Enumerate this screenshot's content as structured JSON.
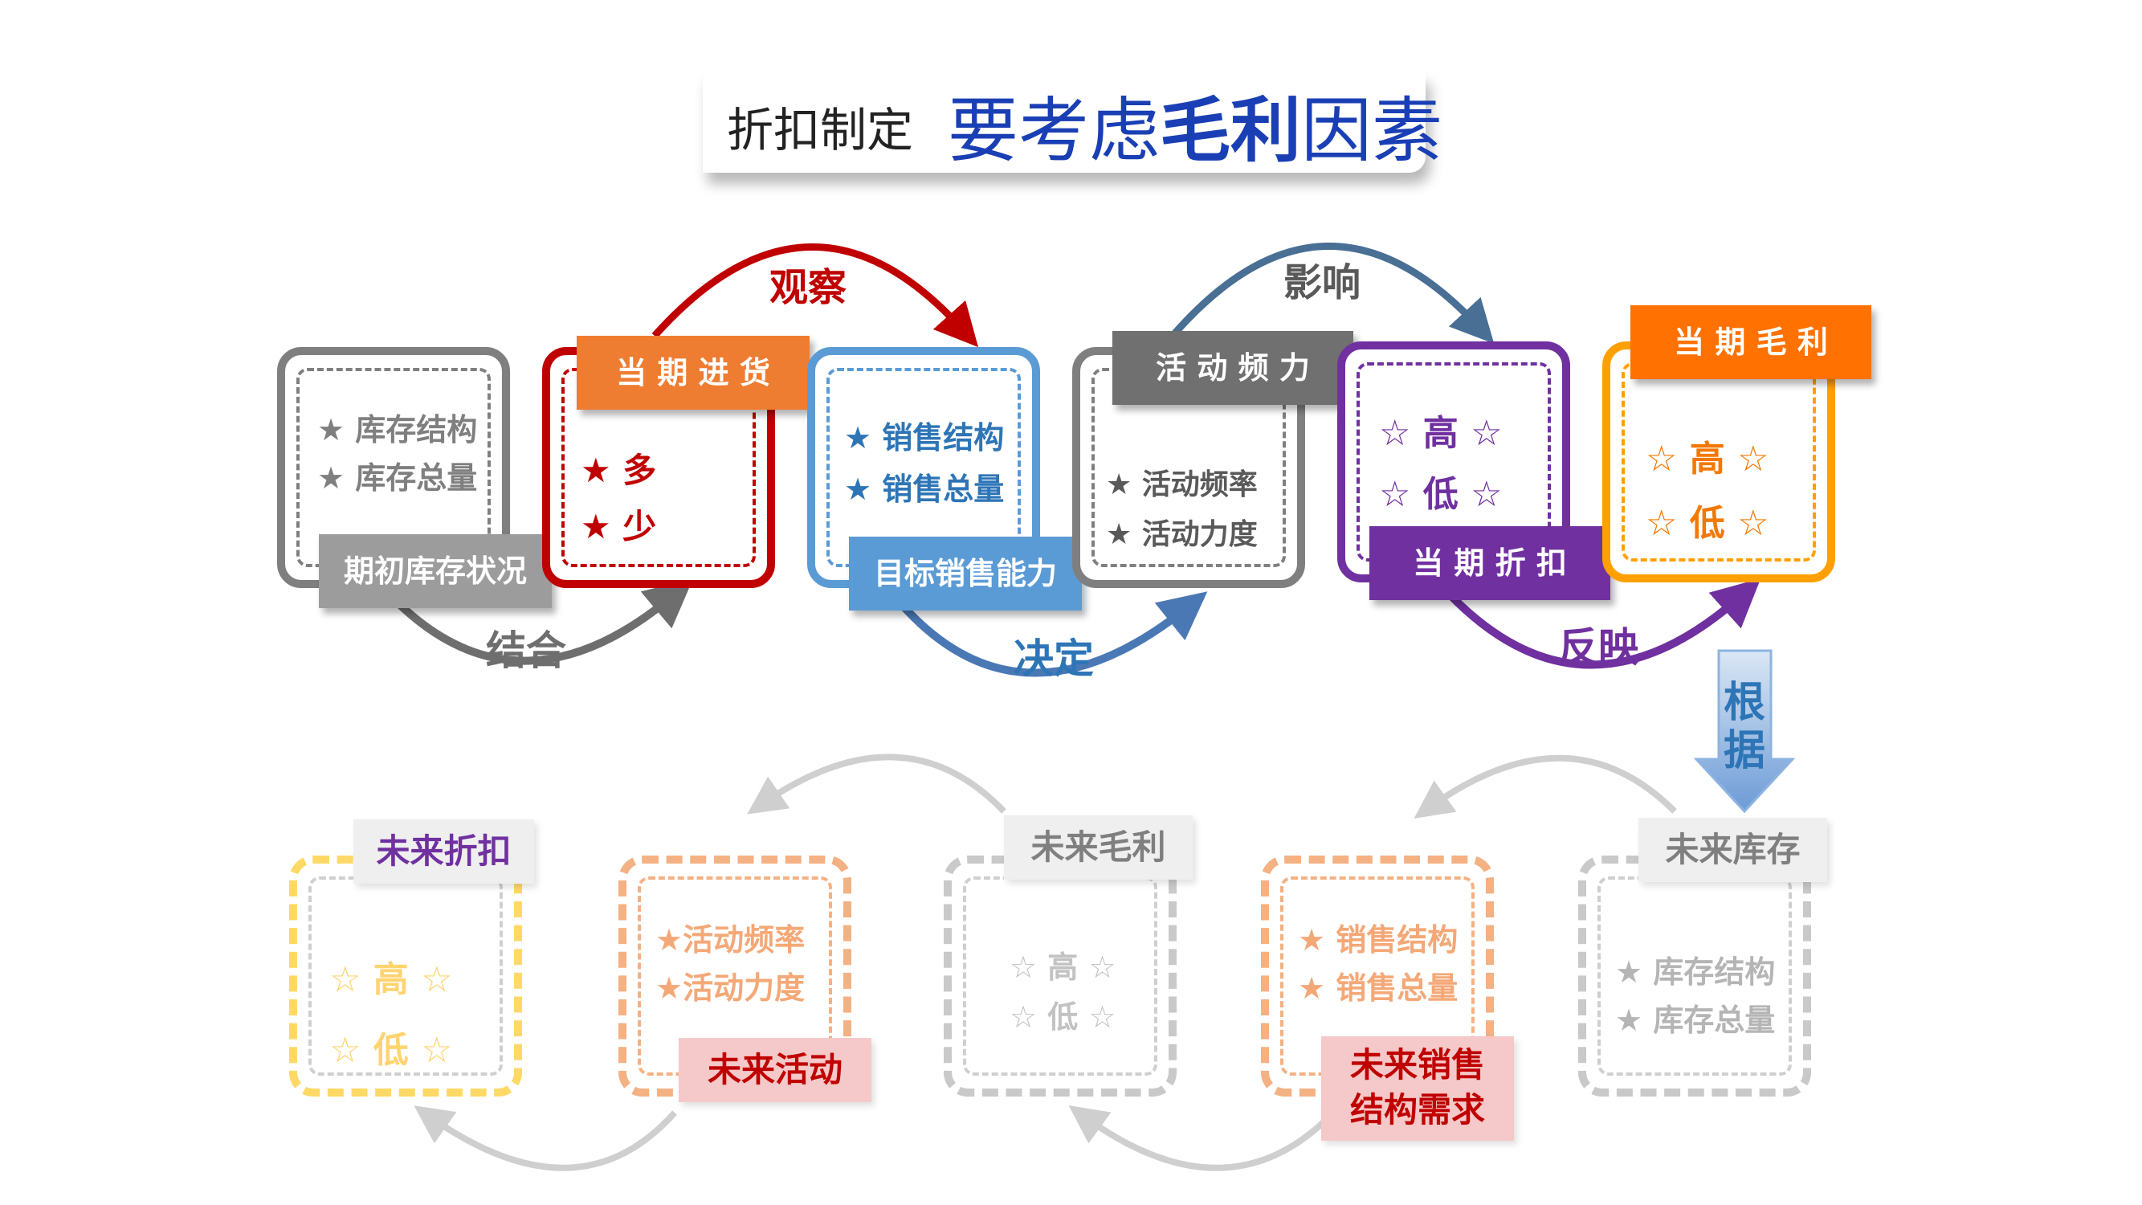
{
  "title": {
    "prefix": "折扣制定",
    "main_a": "要考虑",
    "main_b": "毛利",
    "main_c": "因素"
  },
  "colors": {
    "gray": "#7f7f7f",
    "red": "#c00000",
    "blue": "#5b9bd5",
    "purple": "#7030a0",
    "orange": "#ff9900",
    "title_blue": "#1a3fb5"
  },
  "top_row": {
    "box1": {
      "label": "期初库存状况",
      "lines": [
        "★  库存结构",
        "★  库存总量"
      ]
    },
    "box2": {
      "label": "当 期 进 货",
      "lines": [
        "★    多",
        "★    少"
      ]
    },
    "box3": {
      "label": "目标销售能力",
      "lines": [
        "★  销售结构",
        "★  销售总量"
      ]
    },
    "box4": {
      "label": "活 动 频 力",
      "lines": [
        "★  活动频率",
        "★  活动力度"
      ]
    },
    "box5": {
      "label": "当 期 折 扣",
      "lines": [
        "☆ 高 ☆",
        "☆ 低 ☆"
      ]
    },
    "box6": {
      "label": "当 期 毛 利",
      "lines": [
        "☆  高  ☆",
        "☆  低  ☆"
      ]
    }
  },
  "flows": {
    "observe": "观察",
    "influence": "影响",
    "combine": "结合",
    "decide": "决定",
    "reflect": "反映",
    "according": "根据"
  },
  "bottom_row": {
    "future_discount": {
      "label": "未来折扣",
      "lines": [
        "☆  高  ☆",
        "☆  低  ☆"
      ]
    },
    "future_activity": {
      "label": "未来活动",
      "lines": [
        "★活动频率",
        "★活动力度"
      ]
    },
    "future_margin": {
      "label": "未来毛利",
      "lines": [
        "☆ 高 ☆",
        "☆ 低 ☆"
      ]
    },
    "future_sales": {
      "label_1": "未来销售",
      "label_2": "结构需求",
      "lines": [
        "★  销售结构",
        "★  销售总量"
      ]
    },
    "future_stock": {
      "label": "未来库存",
      "lines": [
        "★  库存结构",
        "★  库存总量"
      ]
    }
  }
}
